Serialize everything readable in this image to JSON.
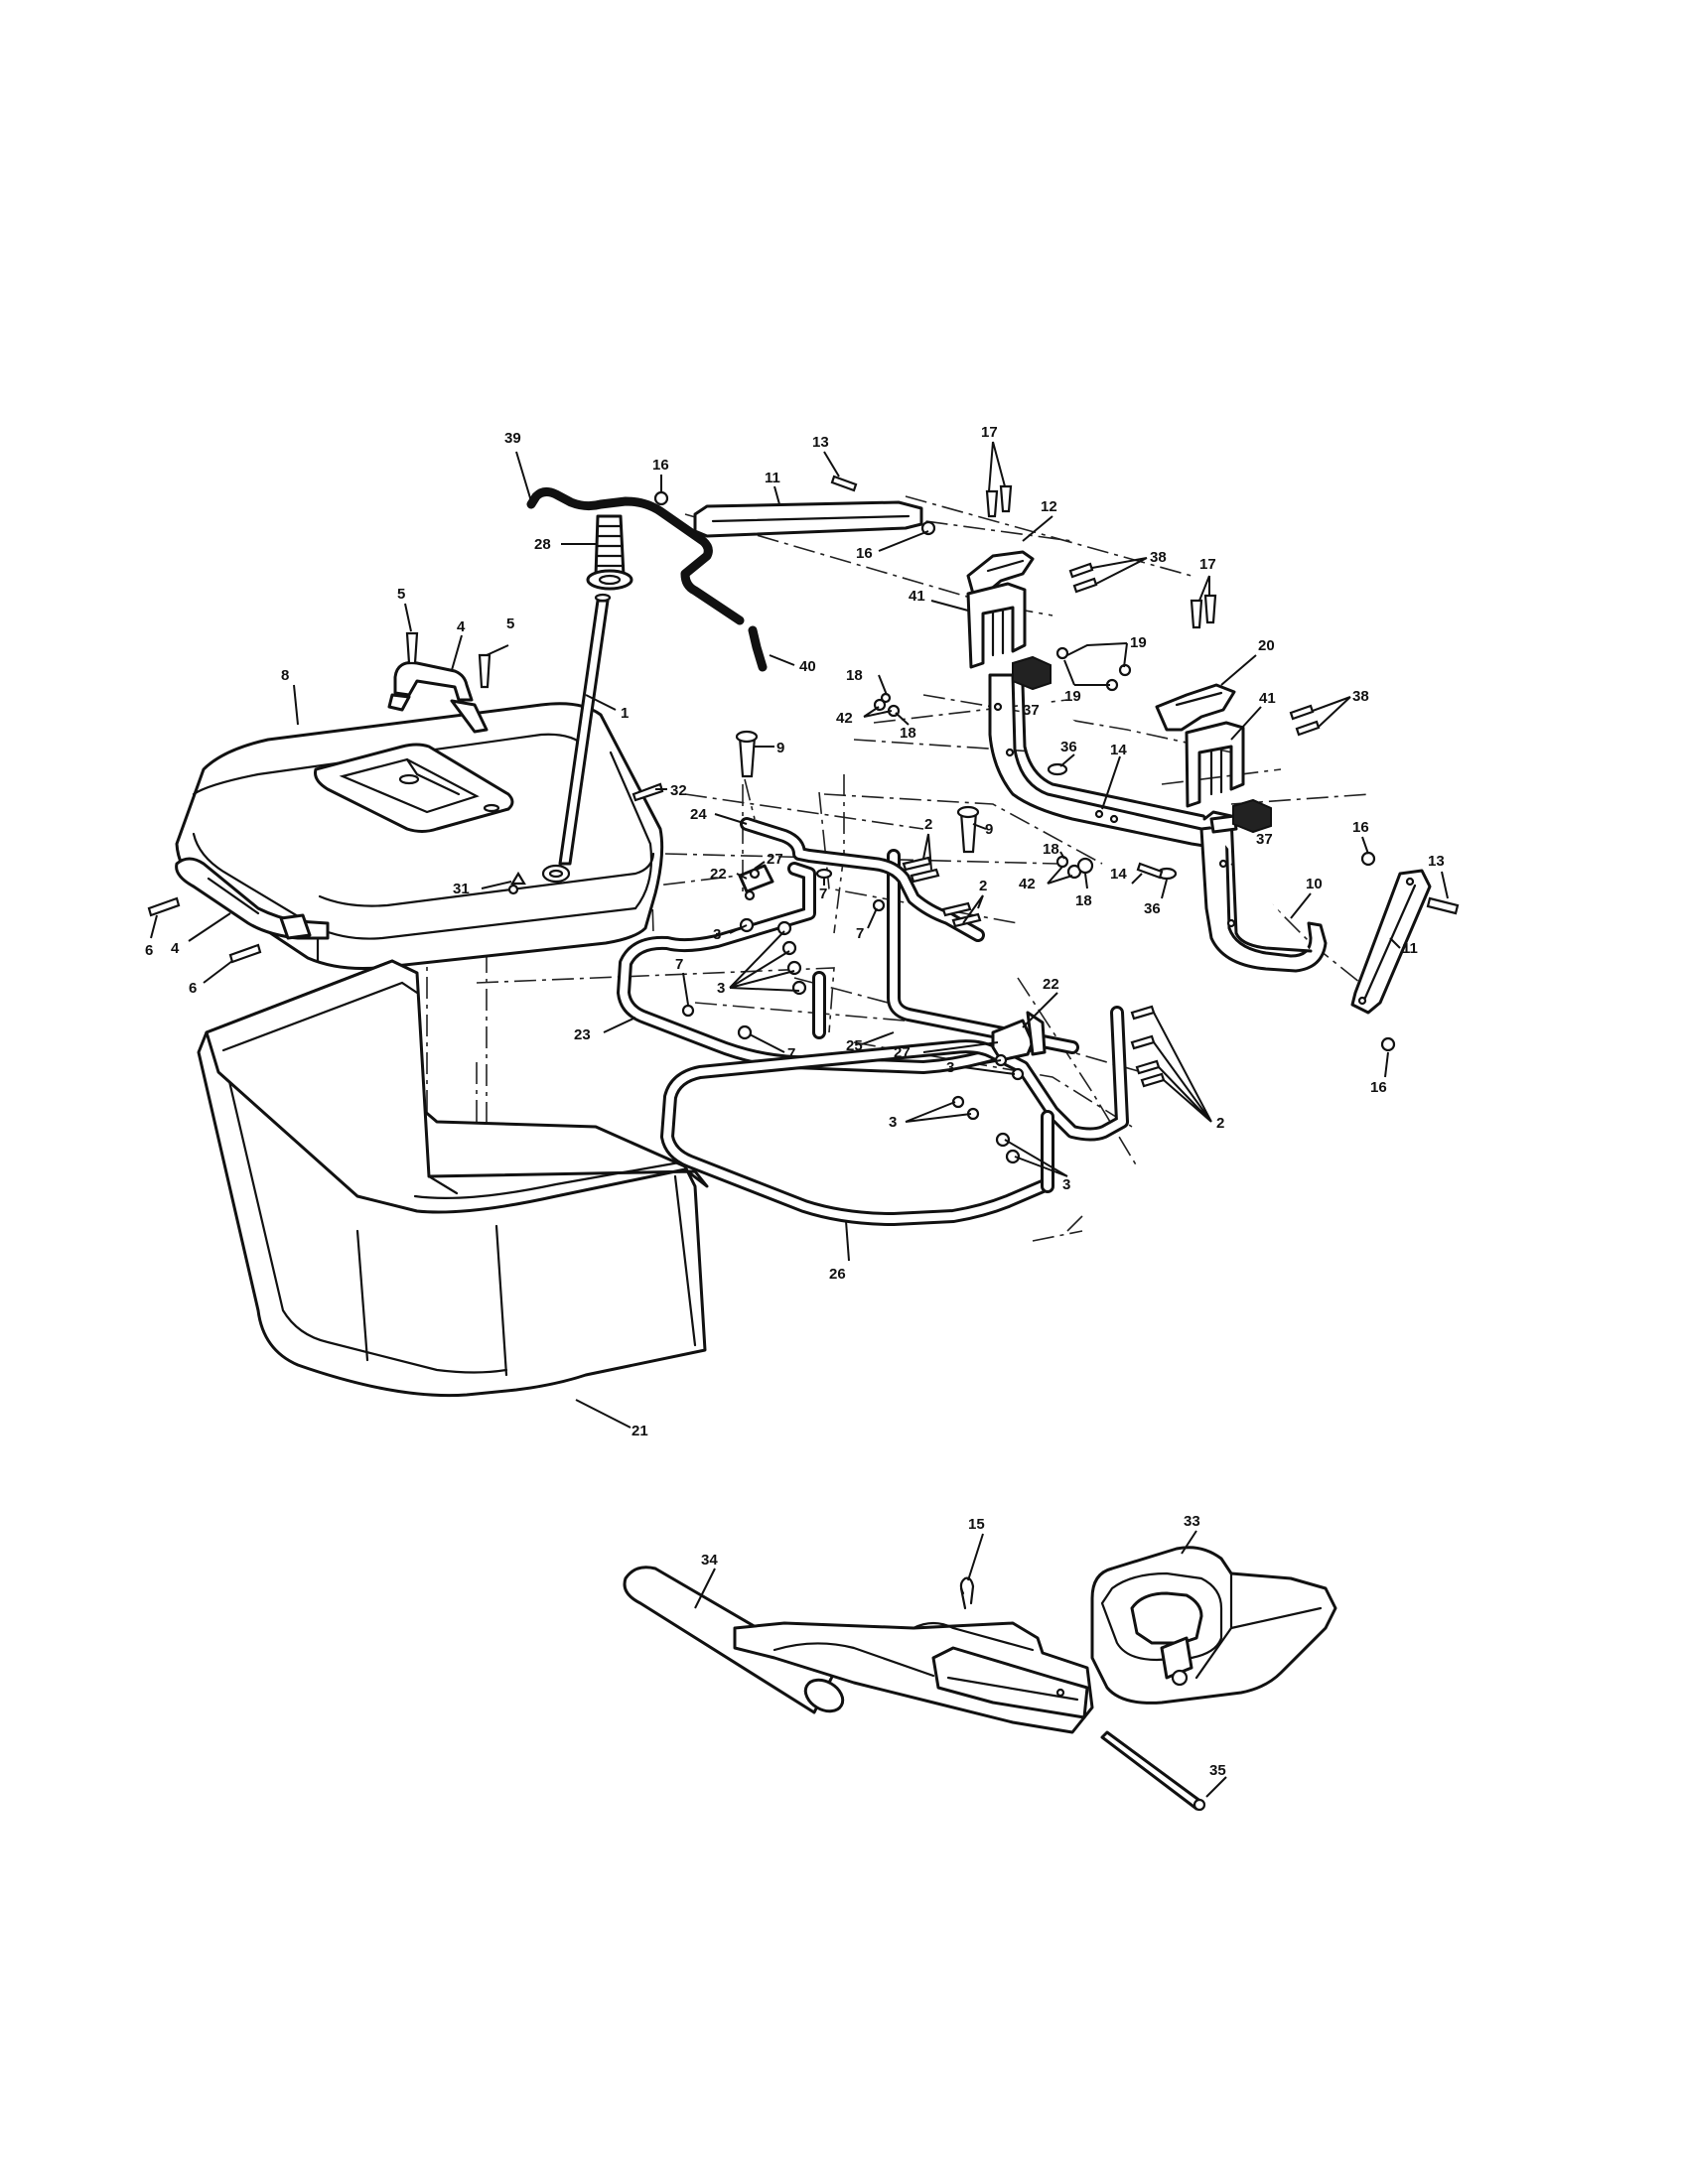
{
  "diagram": {
    "callouts": [
      {
        "id": "c39",
        "text": "39"
      },
      {
        "id": "c16a",
        "text": "16"
      },
      {
        "id": "c13a",
        "text": "13"
      },
      {
        "id": "c11a",
        "text": "11"
      },
      {
        "id": "c17a",
        "text": "17"
      },
      {
        "id": "c12",
        "text": "12"
      },
      {
        "id": "c28",
        "text": "28"
      },
      {
        "id": "c16b",
        "text": "16"
      },
      {
        "id": "c38a",
        "text": "38"
      },
      {
        "id": "c17b",
        "text": "17"
      },
      {
        "id": "c41a",
        "text": "41"
      },
      {
        "id": "c5a",
        "text": "5"
      },
      {
        "id": "c4a",
        "text": "4"
      },
      {
        "id": "c5b",
        "text": "5"
      },
      {
        "id": "c40",
        "text": "40"
      },
      {
        "id": "c19a",
        "text": "19"
      },
      {
        "id": "c20",
        "text": "20"
      },
      {
        "id": "c8",
        "text": "8"
      },
      {
        "id": "c18a",
        "text": "18"
      },
      {
        "id": "c37a",
        "text": "37"
      },
      {
        "id": "c19b",
        "text": "19"
      },
      {
        "id": "c41b",
        "text": "41"
      },
      {
        "id": "c38b",
        "text": "38"
      },
      {
        "id": "c1",
        "text": "1"
      },
      {
        "id": "c42a",
        "text": "42"
      },
      {
        "id": "c18b",
        "text": "18"
      },
      {
        "id": "c9a",
        "text": "9"
      },
      {
        "id": "c36a",
        "text": "36"
      },
      {
        "id": "c14a",
        "text": "14"
      },
      {
        "id": "c32",
        "text": "32"
      },
      {
        "id": "c24",
        "text": "24"
      },
      {
        "id": "c37b",
        "text": "37"
      },
      {
        "id": "c9b",
        "text": "9"
      },
      {
        "id": "c2a",
        "text": "2"
      },
      {
        "id": "c16c",
        "text": "16"
      },
      {
        "id": "c13b",
        "text": "13"
      },
      {
        "id": "c27a",
        "text": "27"
      },
      {
        "id": "c22a",
        "text": "22"
      },
      {
        "id": "c31",
        "text": "31"
      },
      {
        "id": "c7a",
        "text": "7"
      },
      {
        "id": "c18c",
        "text": "18"
      },
      {
        "id": "c42b",
        "text": "42"
      },
      {
        "id": "c14b",
        "text": "14"
      },
      {
        "id": "c18d",
        "text": "18"
      },
      {
        "id": "c36b",
        "text": "36"
      },
      {
        "id": "c10",
        "text": "10"
      },
      {
        "id": "c2b",
        "text": "2"
      },
      {
        "id": "c6a",
        "text": "6"
      },
      {
        "id": "c4b",
        "text": "4"
      },
      {
        "id": "c3a",
        "text": "3"
      },
      {
        "id": "c7b",
        "text": "7"
      },
      {
        "id": "c11b",
        "text": "11"
      },
      {
        "id": "c6b",
        "text": "6"
      },
      {
        "id": "c3b",
        "text": "3"
      },
      {
        "id": "c7c",
        "text": "7"
      },
      {
        "id": "c22b",
        "text": "22"
      },
      {
        "id": "c23",
        "text": "23"
      },
      {
        "id": "c25",
        "text": "25"
      },
      {
        "id": "c7d",
        "text": "7"
      },
      {
        "id": "c16d",
        "text": "16"
      },
      {
        "id": "c27b",
        "text": "27"
      },
      {
        "id": "c3c",
        "text": "3"
      },
      {
        "id": "c2c",
        "text": "2"
      },
      {
        "id": "c3d",
        "text": "3"
      },
      {
        "id": "c3e",
        "text": "3"
      },
      {
        "id": "c26",
        "text": "26"
      },
      {
        "id": "c21",
        "text": "21"
      },
      {
        "id": "c15",
        "text": "15"
      },
      {
        "id": "c33",
        "text": "33"
      },
      {
        "id": "c34",
        "text": "34"
      },
      {
        "id": "c35",
        "text": "35"
      }
    ]
  }
}
